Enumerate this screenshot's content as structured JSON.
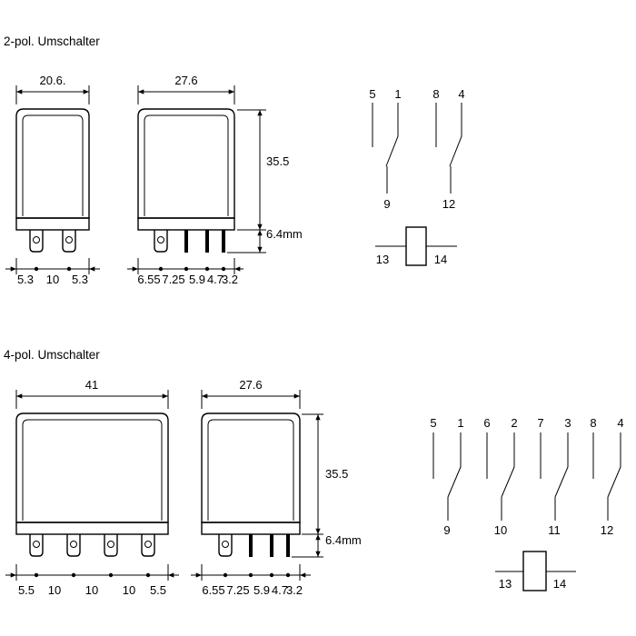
{
  "colors": {
    "line": "#000000",
    "background": "#ffffff"
  },
  "sections": [
    {
      "title": "2-pol. Umschalter",
      "front_view": {
        "top_dim": "20.6.",
        "bottom_dims": [
          "5.3",
          "10",
          "5.3"
        ]
      },
      "side_view": {
        "top_dim": "27.6",
        "height_dim": "35.5",
        "pin_dim": "6.4mm",
        "bottom_dims": [
          "6.55",
          "7.25",
          "5.9",
          "4.7",
          "3.2"
        ]
      },
      "circuit": {
        "top_pins": [
          "5",
          "1",
          "8",
          "4"
        ],
        "common_pins": [
          "9",
          "12"
        ],
        "coil_pins": [
          "13",
          "14"
        ]
      }
    },
    {
      "title": "4-pol. Umschalter",
      "front_view": {
        "top_dim": "41",
        "bottom_dims": [
          "5.5",
          "10",
          "10",
          "10",
          "5.5"
        ]
      },
      "side_view": {
        "top_dim": "27.6",
        "height_dim": "35.5",
        "pin_dim": "6.4mm",
        "bottom_dims": [
          "6.55",
          "7.25",
          "5.9",
          "4.7",
          "3.2"
        ]
      },
      "circuit": {
        "top_pins": [
          "5",
          "1",
          "6",
          "2",
          "7",
          "3",
          "8",
          "4"
        ],
        "common_pins": [
          "9",
          "10",
          "11",
          "12"
        ],
        "coil_pins": [
          "13",
          "14"
        ]
      }
    }
  ]
}
